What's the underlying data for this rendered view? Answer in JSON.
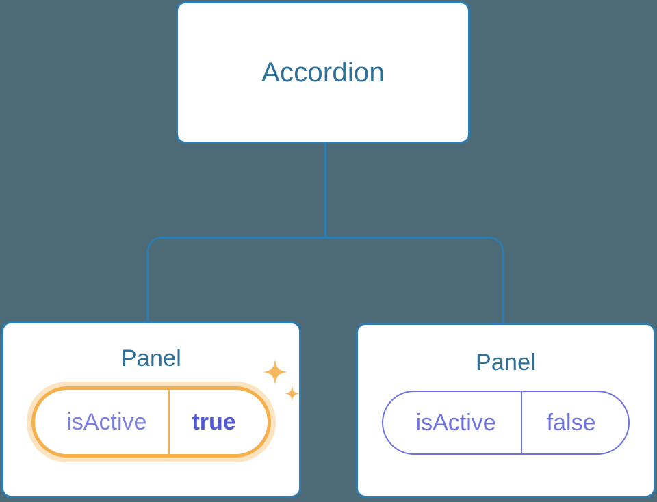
{
  "diagram": {
    "type": "component-tree",
    "background_color": "#4d6b76",
    "node_border_color": "#2e7cb0",
    "node_title_color": "#2e7098",
    "connector_color": "#2e7cb0",
    "prop_color": "#6c72de",
    "highlight_color": "#f5b04c",
    "highlight_glow_color": "#fbdfb0",
    "highlight_value_color": "#5159d6"
  },
  "root": {
    "title": "Accordion"
  },
  "children": [
    {
      "title": "Panel",
      "prop": {
        "key": "isActive",
        "value": "true"
      },
      "highlighted": true,
      "sparkle_icons": [
        "sparkle-large-icon",
        "sparkle-small-icon"
      ]
    },
    {
      "title": "Panel",
      "prop": {
        "key": "isActive",
        "value": "false"
      },
      "highlighted": false,
      "sparkle_icons": []
    }
  ]
}
